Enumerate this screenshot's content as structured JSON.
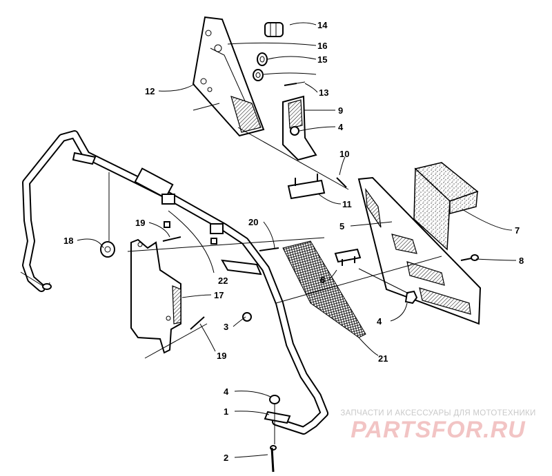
{
  "diagram": {
    "callouts": [
      {
        "id": "14",
        "label": "14"
      },
      {
        "id": "16",
        "label": "16"
      },
      {
        "id": "15",
        "label": "15"
      },
      {
        "id": "12",
        "label": "12"
      },
      {
        "id": "13",
        "label": "13"
      },
      {
        "id": "9",
        "label": "9"
      },
      {
        "id": "4a",
        "label": "4"
      },
      {
        "id": "10",
        "label": "10"
      },
      {
        "id": "11",
        "label": "11"
      },
      {
        "id": "7",
        "label": "7"
      },
      {
        "id": "5",
        "label": "5"
      },
      {
        "id": "20",
        "label": "20"
      },
      {
        "id": "19a",
        "label": "19"
      },
      {
        "id": "18",
        "label": "18"
      },
      {
        "id": "22",
        "label": "22"
      },
      {
        "id": "8",
        "label": "8"
      },
      {
        "id": "6",
        "label": "6"
      },
      {
        "id": "17",
        "label": "17"
      },
      {
        "id": "4b",
        "label": "4"
      },
      {
        "id": "3",
        "label": "3"
      },
      {
        "id": "19b",
        "label": "19"
      },
      {
        "id": "21",
        "label": "21"
      },
      {
        "id": "4c",
        "label": "4"
      },
      {
        "id": "1",
        "label": "1"
      },
      {
        "id": "2",
        "label": "2"
      }
    ]
  },
  "watermark": {
    "caption": "ЗАПЧАСТИ И АКСЕССУАРЫ ДЛЯ МОТОТЕХНИКИ",
    "brand": "PARTSFOR.RU",
    "color": "#f2c4c4"
  }
}
